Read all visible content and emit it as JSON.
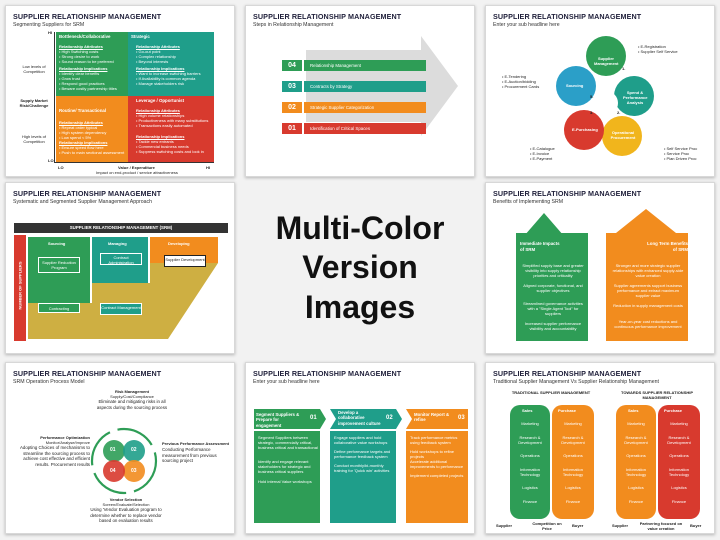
{
  "hero": {
    "line1": "Multi-Color",
    "line2": "Version Images"
  },
  "slides": {
    "s1": {
      "title": "SUPPLIER RELATIONSHIP MANAGEMENT",
      "subtitle": "Segmenting Suppliers for SRM",
      "axis_hi": "HI",
      "axis_lo": "LO",
      "axis_lo2": "LO",
      "axis_hi2": "HI",
      "low_levels": "Low levels of Competition",
      "supply_risk": "Supply Market Risk/Challenge",
      "high_levels": "High levels of Competition",
      "value_axis": "Value / Expenditure",
      "value_sub": "Impact on end-product / service attractiveness",
      "q1": {
        "title": "Bottleneck/Collaborative",
        "h1": "Relationship Attributes",
        "l1": "• High Switching costs\n• Strong desire to work\n• Sound reason to be preferred",
        "h2": "Relationship Implications",
        "l2": "• Identify clear benefits\n• Grow trust\n• Respond good practices\n• Beware costly partnership titles"
      },
      "q2": {
        "title": "Strategic",
        "h1": "Relationship Attributes",
        "l1": "• Go-out point\n• Complex relationship\n• Beyond interests",
        "h2": "Relationship Implications",
        "l2": "• Want to increase switching barriers\n• If Availability is common agenda\n• Manage stakeholders risk"
      },
      "q3": {
        "title": "Routine/ Transactional",
        "h1": "Relationship Attributes",
        "l1": "• Repeat order typical\n• High system dependency\n• Low spend < 5%",
        "h2": "Relationship Implications",
        "l2": "• Ensure speed flow here\n• Push to main sectional assessment"
      },
      "q4": {
        "title": "Leverage / Opportunist",
        "h1": "Relationship Attributes",
        "l1": "• High volume relationships\n• Productiveness with many substitutions\n• Transactions easily automated",
        "h2": "Relationship Implications",
        "l2": "• Tackle new entrants\n• Commercial business needs\n• Suppress switching costs and look in"
      }
    },
    "s2": {
      "title": "SUPPLIER RELATIONSHIP MANAGEMENT",
      "subtitle": "Steps in Relationship Management",
      "steps": [
        {
          "num": "04",
          "label": "Relationship Management"
        },
        {
          "num": "03",
          "label": "Contracts by Strategy"
        },
        {
          "num": "02",
          "label": "Strategic Supplier Categorization"
        },
        {
          "num": "01",
          "label": "Identification of Critical Spaces"
        }
      ]
    },
    "s3": {
      "title": "SUPPLIER RELATIONSHIP MANAGEMENT",
      "subtitle": "Enter your sub headline here",
      "center": "Supplier Management",
      "sourcing": "Sourcing",
      "spend": "Spend & Performance Analysis",
      "purchasing": "E-Purchasing",
      "operational": "Operational Procurement",
      "reg": "• E-Registration\n• Supplier Self Service",
      "left": "• E-Tendering\n• E-Auction/bidding\n• Procurement Cards",
      "bottom_left": "• E-Catalogue\n• E-Invoice\n• E-Payment",
      "bottom_right": "• Self Service Proc\n• Service Proc\n• Plan Driven Proc",
      "n1": "1.",
      "n2": "2.",
      "n3": "3.",
      "n4": "4.",
      "n5": "5."
    },
    "s4": {
      "title": "SUPPLIER RELATIONSHIP MANAGEMENT",
      "subtitle": "Systematic and Segmented Supplier Management Approach",
      "header": "SUPPLIER RELATIONSHIP MANAGEMENT (SRM)",
      "side": "NUMBER OF SUPPLIERS",
      "cols": [
        "Sourcing",
        "Managing",
        "Developing"
      ],
      "b1": "Supplier Reduction Program",
      "b2": "Contract Administration",
      "b3": "Supplier Development",
      "b4": "Contracting",
      "b5": "Contract Management"
    },
    "s5": {
      "title": "SUPPLIER RELATIONSHIP MANAGEMENT",
      "subtitle": "Benefits of Implementing SRM",
      "left_title": "Immediate Impacts of SRM",
      "right_title": "Long Term Benefits of SRM",
      "left_items": [
        "Simplified supply base and greater visibility into supply relationship priorities and criticality",
        "Aligned corporate, functional, and supplier objectives",
        "Streamlined governance activities with a \"Single Agent Tool\" for suppliers",
        "Increased supplier performance visibility and accountability"
      ],
      "right_items": [
        "Stronger and more strategic supplier relationships with enhanced supply-side value creation",
        "Supplier agreements support business performance and extract maximum supplier value",
        "Reduction in supply management costs",
        "Year-on-year cost reductions and continuous performance improvement"
      ]
    },
    "s6": {
      "title": "SUPPLIER RELATIONSHIP MANAGEMENT",
      "subtitle": "SRM Operation Process Model",
      "top_h": "Risk Management",
      "top_sub": "Supply/Cost/Compliance",
      "top_t": "Eliminate and mitigating risks in all aspects during the sourcing process",
      "left_h": "Performance Optimization",
      "left_sub": "Monitor/Analyse/Improve",
      "left_t": "Adopting Choices of mechanisms to streamline the sourcing process to achieve cost effective and efficient results. Procurement results",
      "right_h": "Previous Performance Assessment",
      "right_t": "Conducting Performance measurement from previous sourcing project",
      "bottom_h": "Vendor Selection",
      "bottom_sub": "Screen/Evaluate/Selection",
      "bottom_t": "Using 'Vendor Evaluation program to determine whether to replace vendor based on evaluation results",
      "n1": "01",
      "n2": "02",
      "n3": "03",
      "n4": "04"
    },
    "s7": {
      "title": "SUPPLIER RELATIONSHIP MANAGEMENT",
      "subtitle": "Enter your sub headline here",
      "steps": [
        {
          "num": "01",
          "title": "Segment Suppliers & Prepare for engagement",
          "items": [
            "Segment Suppliers between strategic, commercially critical, business critical and transactional",
            "Identify and engage relevant stakeholders for strategic and business critical suppliers",
            "Hold internal Value workshops"
          ]
        },
        {
          "num": "02",
          "title": "Develop a collaborative improvement culture",
          "items": [
            "Engage suppliers and hold collaborative value workshops",
            "Define performance targets and performance feedback system",
            "Conduct monthly/bi-monthly training for 'Quick win' activities"
          ]
        },
        {
          "num": "03",
          "title": "Monitor Report & refine",
          "items": [
            "Track performance metrics using feedback system",
            "Hold workshops to refine projects",
            "Accelerate additional improvements to performance",
            "Implement completed projects"
          ]
        }
      ]
    },
    "s8": {
      "title": "SUPPLIER RELATIONSHIP MANAGEMENT",
      "subtitle": "Traditional Supplier Management Vs Supplier Relationship Management",
      "left_head": "TRADITIONAL SUPPLIER MANAGEMENT",
      "right_head": "TOWARDS SUPPLIER RELATIONSHIP MANAGEMENT",
      "sales": "Sales",
      "purchase": "Purchase",
      "rows": [
        "Marketing",
        "Research & Development",
        "Operations",
        "Information Technology",
        "Logistics",
        "Finance"
      ],
      "supplier": "Supplier",
      "buyer": "Buyer",
      "left_foot": "Competition on Price",
      "right_foot": "Partnering focused on value creation"
    }
  },
  "colors": {
    "green": "#2e9d56",
    "teal": "#1f9e8a",
    "orange": "#f28c1e",
    "red": "#d83a2e",
    "yellow": "#f1b51c"
  }
}
